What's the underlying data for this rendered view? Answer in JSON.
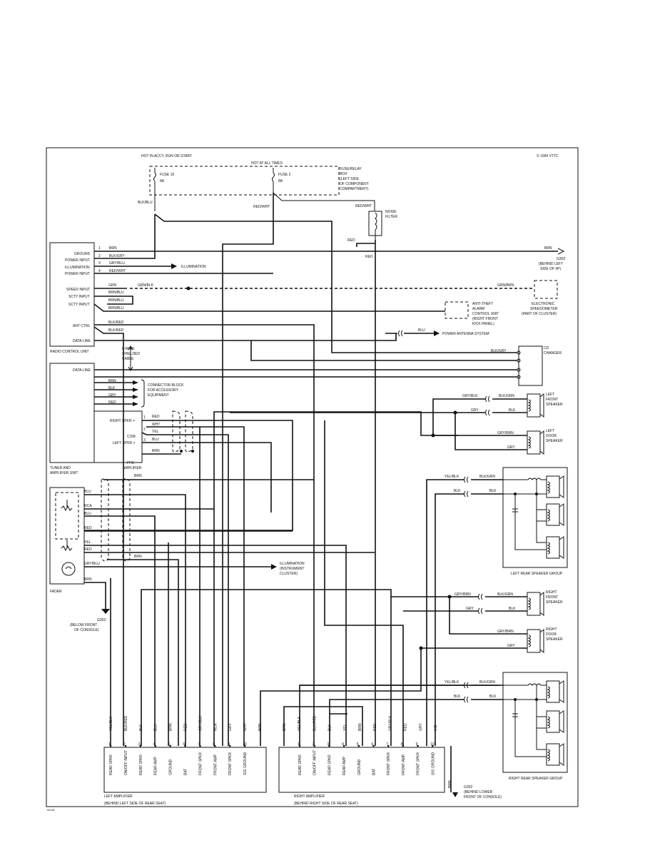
{
  "copyright": "© 1994 VTTC",
  "figure_code": "94J91",
  "fuses": {
    "hot_accy_label": "HOT IN ACCY, RUN OR START",
    "hot_all_label": "HOT AT ALL TIMES",
    "fuse10_name": "FUSE 10",
    "fuse10_rating": "8A",
    "fuse2_name": "FUSE 2",
    "fuse2_rating": "8A",
    "box_label": [
      "FUSE/RELAY",
      "BOX",
      "(LEFT SIDE",
      "OF COMPONENT",
      "COMPARTMENT)"
    ],
    "wire_fuse10": "BLK/BLU",
    "wire_fuse2": "RED/WHT",
    "wire_filter": "RED/WHT",
    "noise_filter": [
      "NOISE",
      "FILTER"
    ],
    "red1": "RED",
    "red2": "RED"
  },
  "radio_control_unit": {
    "title": "RADIO CONTROL UNIT",
    "pins": [
      {
        "num": "1",
        "name": "GROUND",
        "wire": "BRN"
      },
      {
        "num": "2",
        "name": "POWER INPUT",
        "wire": "BLK/GRY"
      },
      {
        "num": "3",
        "name": "ILLUMINATION",
        "wire": "GRY/BLU"
      },
      {
        "num": "4",
        "name": "POWER INPUT",
        "wire": "RED/WHT"
      }
    ],
    "speed_input": {
      "name": "SPEED INPUT",
      "wire": "GRN",
      "wire2": "GRN/BLK",
      "wire3": "GRN/BRN"
    },
    "scty1": {
      "name": "SCTY INPUT",
      "wire": "BRN/BLU"
    },
    "scty2": {
      "name": "SCTY INPUT",
      "wire": "BRN/BLU",
      "wire_b": "BRN/BLU"
    },
    "ant_ctrl": {
      "name": "ANT CTRL",
      "wire": "BLK/RED",
      "wire2": "BLK/RED"
    },
    "data_line": "DATA LINE",
    "ground_brn_right": "BRN",
    "g302_right": [
      "G302",
      "(BEHIND LEFT",
      "SIDE OF I/P)"
    ],
    "illumination_arrow": "ILLUMINATION"
  },
  "electronic_speedometer": [
    "ELECTRONIC",
    "SPEEDOMETER",
    "(PART OF CLUSTER)"
  ],
  "anti_theft": [
    "ANTI-THEFT",
    "ALARM",
    "CONTROL UNIT",
    "(RIGHT FRONT",
    "KICK PANEL)"
  ],
  "power_antenna": {
    "wire": "BLU",
    "label": "POWER ANTENNA SYSTEM"
  },
  "shielded_cable": [
    "8-WIRE",
    "SHIELDED",
    "CABLE"
  ],
  "cd_changer": {
    "label": [
      "CD",
      "CHANGER"
    ],
    "wire": "BLK/GRY"
  },
  "tuner": {
    "title": [
      "TUNER AND",
      "AMPLIFIER UNIT"
    ],
    "data_line": "DATA LINE",
    "connector_wires": [
      "BRN",
      "BLK",
      "GRY",
      "RED"
    ],
    "connector_label": [
      "CONNECTOR BLOCK",
      "FOR ACCESSORY",
      "EQUIPMENT"
    ],
    "ffc_pins": [
      {
        "num": "1",
        "name": "RIGHT SPKR +",
        "wire": "RED"
      },
      {
        "num": "",
        "name": "",
        "wire": "WHT"
      },
      {
        "num": "2",
        "name": "COM",
        "wire": "YEL"
      },
      {
        "num": "3",
        "name": "LEFT SPKR +",
        "wire": "BLU"
      }
    ],
    "ffc_brn": "BRN",
    "ffc_label": [
      "FFC",
      "AMPLIFIER"
    ]
  },
  "fader": {
    "title": "FADER",
    "wires": [
      "BLU",
      "NCA",
      "BLU",
      "RED",
      "YEL",
      "RED",
      "GRY/BLU",
      "BRN"
    ],
    "brn_top": "BRN",
    "brn_mid": "BRN",
    "g302": [
      "G302",
      "(BELOW FRONT",
      "OF CONSOLE)"
    ],
    "illum_label": [
      "ILLUMINATION",
      "(INSTRUMENT",
      "CLUSTER)"
    ]
  },
  "speakers": {
    "left_front": {
      "label": [
        "LEFT",
        "FRONT",
        "SPEAKER"
      ],
      "w1": "GRY/BLK",
      "w2": "BLK/GRN",
      "w3": "GRY",
      "w4": "BLK"
    },
    "left_door": {
      "label": [
        "LEFT",
        "DOOR",
        "SPEAKER"
      ],
      "w1": "GRY/BRN",
      "w2": "GRY"
    },
    "left_rear_group": {
      "label": "LEFT REAR SPEAKER GROUP",
      "w1": "YEL/BLK",
      "w2": "BLK/GRN",
      "w3": "BLK",
      "w4": "BLK"
    },
    "right_front": {
      "label": [
        "RIGHT",
        "FRONT",
        "SPEAKER"
      ],
      "w1": "GRY/BRN",
      "w2": "BLK/GRN",
      "w3": "GRY",
      "w4": "BLK"
    },
    "right_door": {
      "label": [
        "RIGHT",
        "DOOR",
        "SPEAKER"
      ],
      "w1": "GRY/BRN",
      "w2": "GRY"
    },
    "right_rear_group": {
      "label": "RIGHT REAR SPEAKER GROUP",
      "w1": "YEL/BLK",
      "w2": "BLK/GRN",
      "w3": "BLK",
      "w4": "BLK"
    }
  },
  "left_amp": {
    "title": [
      "LEFT AMPLIFIER",
      "(BEHIND LEFT SIDE OF REAR SEAT)"
    ],
    "wires": [
      "YEL/BLK",
      "BLK/RED",
      "BLK",
      "BLU",
      "BRN",
      "RED",
      "GRY/BLK",
      "NCA",
      "GRY",
      "WHT",
      "BRN"
    ],
    "pins": [
      {
        "num": "1",
        "name": "REAR SPKR"
      },
      {
        "num": "2",
        "name": "ON/OFF INPUT"
      },
      {
        "num": "3",
        "name": "REAR SPKR"
      },
      {
        "num": "4",
        "name": "REAR AMP"
      },
      {
        "num": "5",
        "name": "GROUND"
      },
      {
        "num": "6",
        "name": "BAT"
      },
      {
        "num": "7",
        "name": "FRONT SPKR"
      },
      {
        "num": "8",
        "name": "FRONT AMP"
      },
      {
        "num": "9",
        "name": "FRONT SPKR"
      },
      {
        "num": "10",
        "name": "SIG GROUND"
      }
    ]
  },
  "right_amp": {
    "title": [
      "RIGHT AMPLIFIER",
      "(BEHIND RIGHT SIDE OF REAR SEAT)"
    ],
    "wires": [
      "BRN",
      "YEL/BLK",
      "BLK/RED",
      "BLK",
      "YEL",
      "BRN",
      "RED",
      "GRY/BLK",
      "RED",
      "GRY",
      "VIO"
    ],
    "pins": [
      {
        "num": "1",
        "name": "REAR SPKR"
      },
      {
        "num": "2",
        "name": "ON/OFF INPUT"
      },
      {
        "num": "3",
        "name": "REAR SPKR"
      },
      {
        "num": "4",
        "name": "REAR AMP"
      },
      {
        "num": "5",
        "name": "GROUND"
      },
      {
        "num": "6",
        "name": "BAT"
      },
      {
        "num": "7",
        "name": "FRONT SPKR"
      },
      {
        "num": "8",
        "name": "FRONT AMP"
      },
      {
        "num": "9",
        "name": "FRONT SPKR"
      },
      {
        "num": "10",
        "name": "SIG GROUND"
      }
    ],
    "brn": "BRN",
    "g302": [
      "G302",
      "(BEHIND LOWER",
      "FRONT OF CONSOLE)"
    ]
  }
}
